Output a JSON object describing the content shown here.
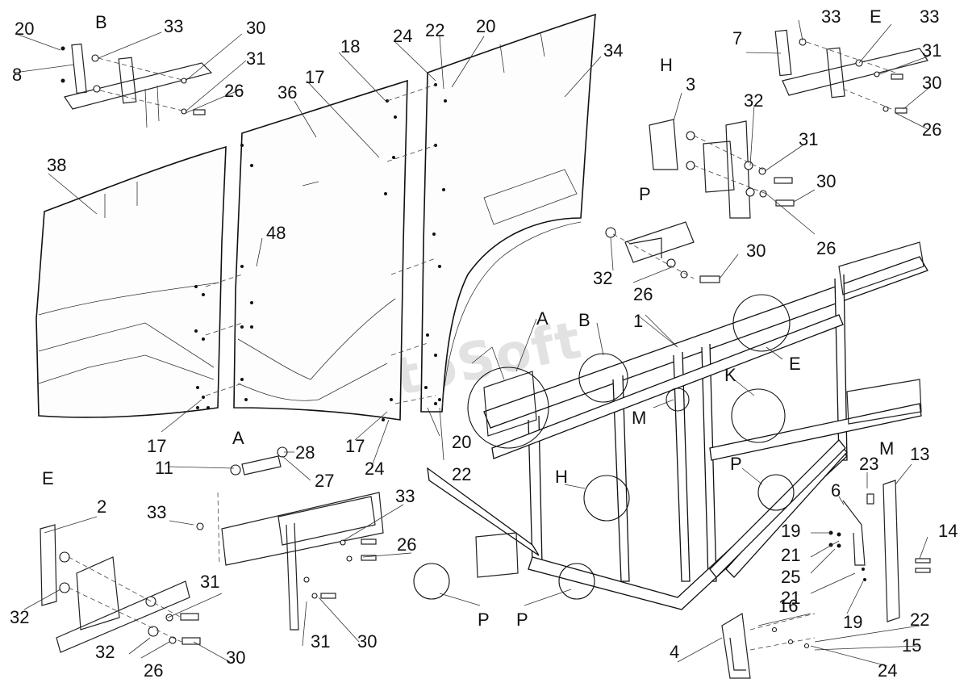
{
  "watermark": "AutoSoft",
  "view_letters": {
    "B_top": "B",
    "E_top": "E",
    "H_top": "H",
    "P_top": "P",
    "A_mid": "A",
    "A_frame": "A",
    "B_frame": "B",
    "E_frame": "E",
    "K_frame": "K",
    "M_frame": "M",
    "H_frame": "H",
    "P_frame_right": "P",
    "P_frame_left1": "P",
    "P_frame_left2": "P",
    "E_bottom": "E",
    "M_bottom": "M"
  },
  "callouts": {
    "c20_topleft": "20",
    "c8": "8",
    "c33_b": "33",
    "c30_b": "30",
    "c31_b": "31",
    "c26_b": "26",
    "c18": "18",
    "c17_top": "17",
    "c36": "36",
    "c24_top": "24",
    "c22_top": "22",
    "c20_top": "20",
    "c34": "34",
    "c38": "38",
    "c48": "48",
    "c33_e1": "33",
    "c33_e2": "33",
    "c7": "7",
    "c31_e": "31",
    "c30_e": "30",
    "c26_e": "26",
    "c3": "3",
    "c32_h": "32",
    "c31_h": "31",
    "c30_h": "30",
    "c26_h": "26",
    "c32_p": "32",
    "c26_p": "26",
    "c30_p": "30",
    "c1": "1",
    "c17_bl": "17",
    "c11": "11",
    "c28": "28",
    "c27": "27",
    "c17_b2": "17",
    "c24_b": "24",
    "c20_b": "20",
    "c22_b": "22",
    "c2": "2",
    "c32_eb1": "32",
    "c31_eb": "31",
    "c32_eb2": "32",
    "c26_eb": "26",
    "c30_eb": "30",
    "c33_a1": "33",
    "c33_a2": "33",
    "c26_a": "26",
    "c31_a": "31",
    "c30_a": "30",
    "c23": "23",
    "c13": "13",
    "c6": "6",
    "c14": "14",
    "c19_1": "19",
    "c21_1": "21",
    "c25": "25",
    "c21_2": "21",
    "c19_2": "19",
    "c16": "16",
    "c22_m": "22",
    "c15": "15",
    "c4": "4",
    "c24_m": "24"
  }
}
